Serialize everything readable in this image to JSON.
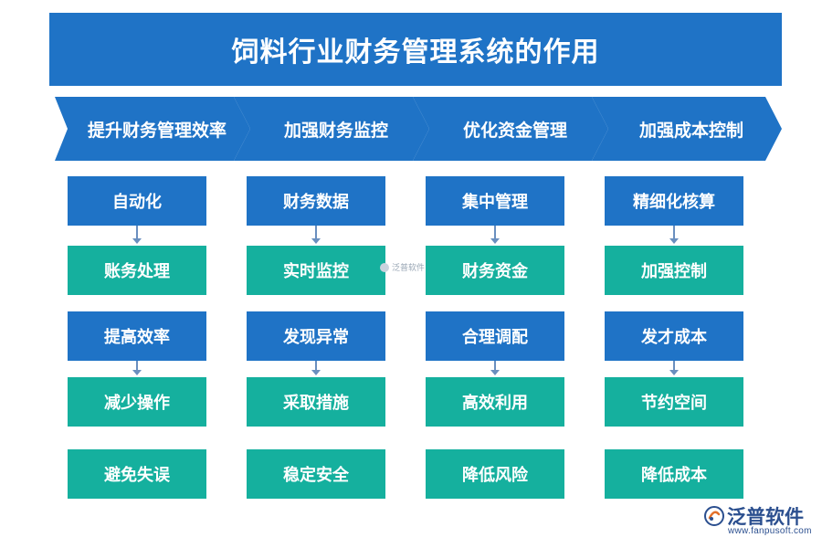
{
  "title": "饲料行业财务管理系统的作用",
  "columns": [
    {
      "header": "提升财务管理效率",
      "items": [
        "自动化",
        "账务处理",
        "提高效率",
        "减少操作",
        "避免失误"
      ]
    },
    {
      "header": "加强财务监控",
      "items": [
        "财务数据",
        "实时监控",
        "发现异常",
        "采取措施",
        "稳定安全"
      ]
    },
    {
      "header": "优化资金管理",
      "items": [
        "集中管理",
        "财务资金",
        "合理调配",
        "高效利用",
        "降低风险"
      ]
    },
    {
      "header": "加强成本控制",
      "items": [
        "精细化核算",
        "加强控制",
        "发才成本",
        "节约空间",
        "降低成本"
      ]
    }
  ],
  "watermark": "泛普软件",
  "logo": {
    "name": "泛普软件",
    "url": "www.fanpusoft.com"
  },
  "colors": {
    "primary_blue": "#1f73c6",
    "teal": "#15b09e",
    "arrow": "#6a8fbf"
  }
}
